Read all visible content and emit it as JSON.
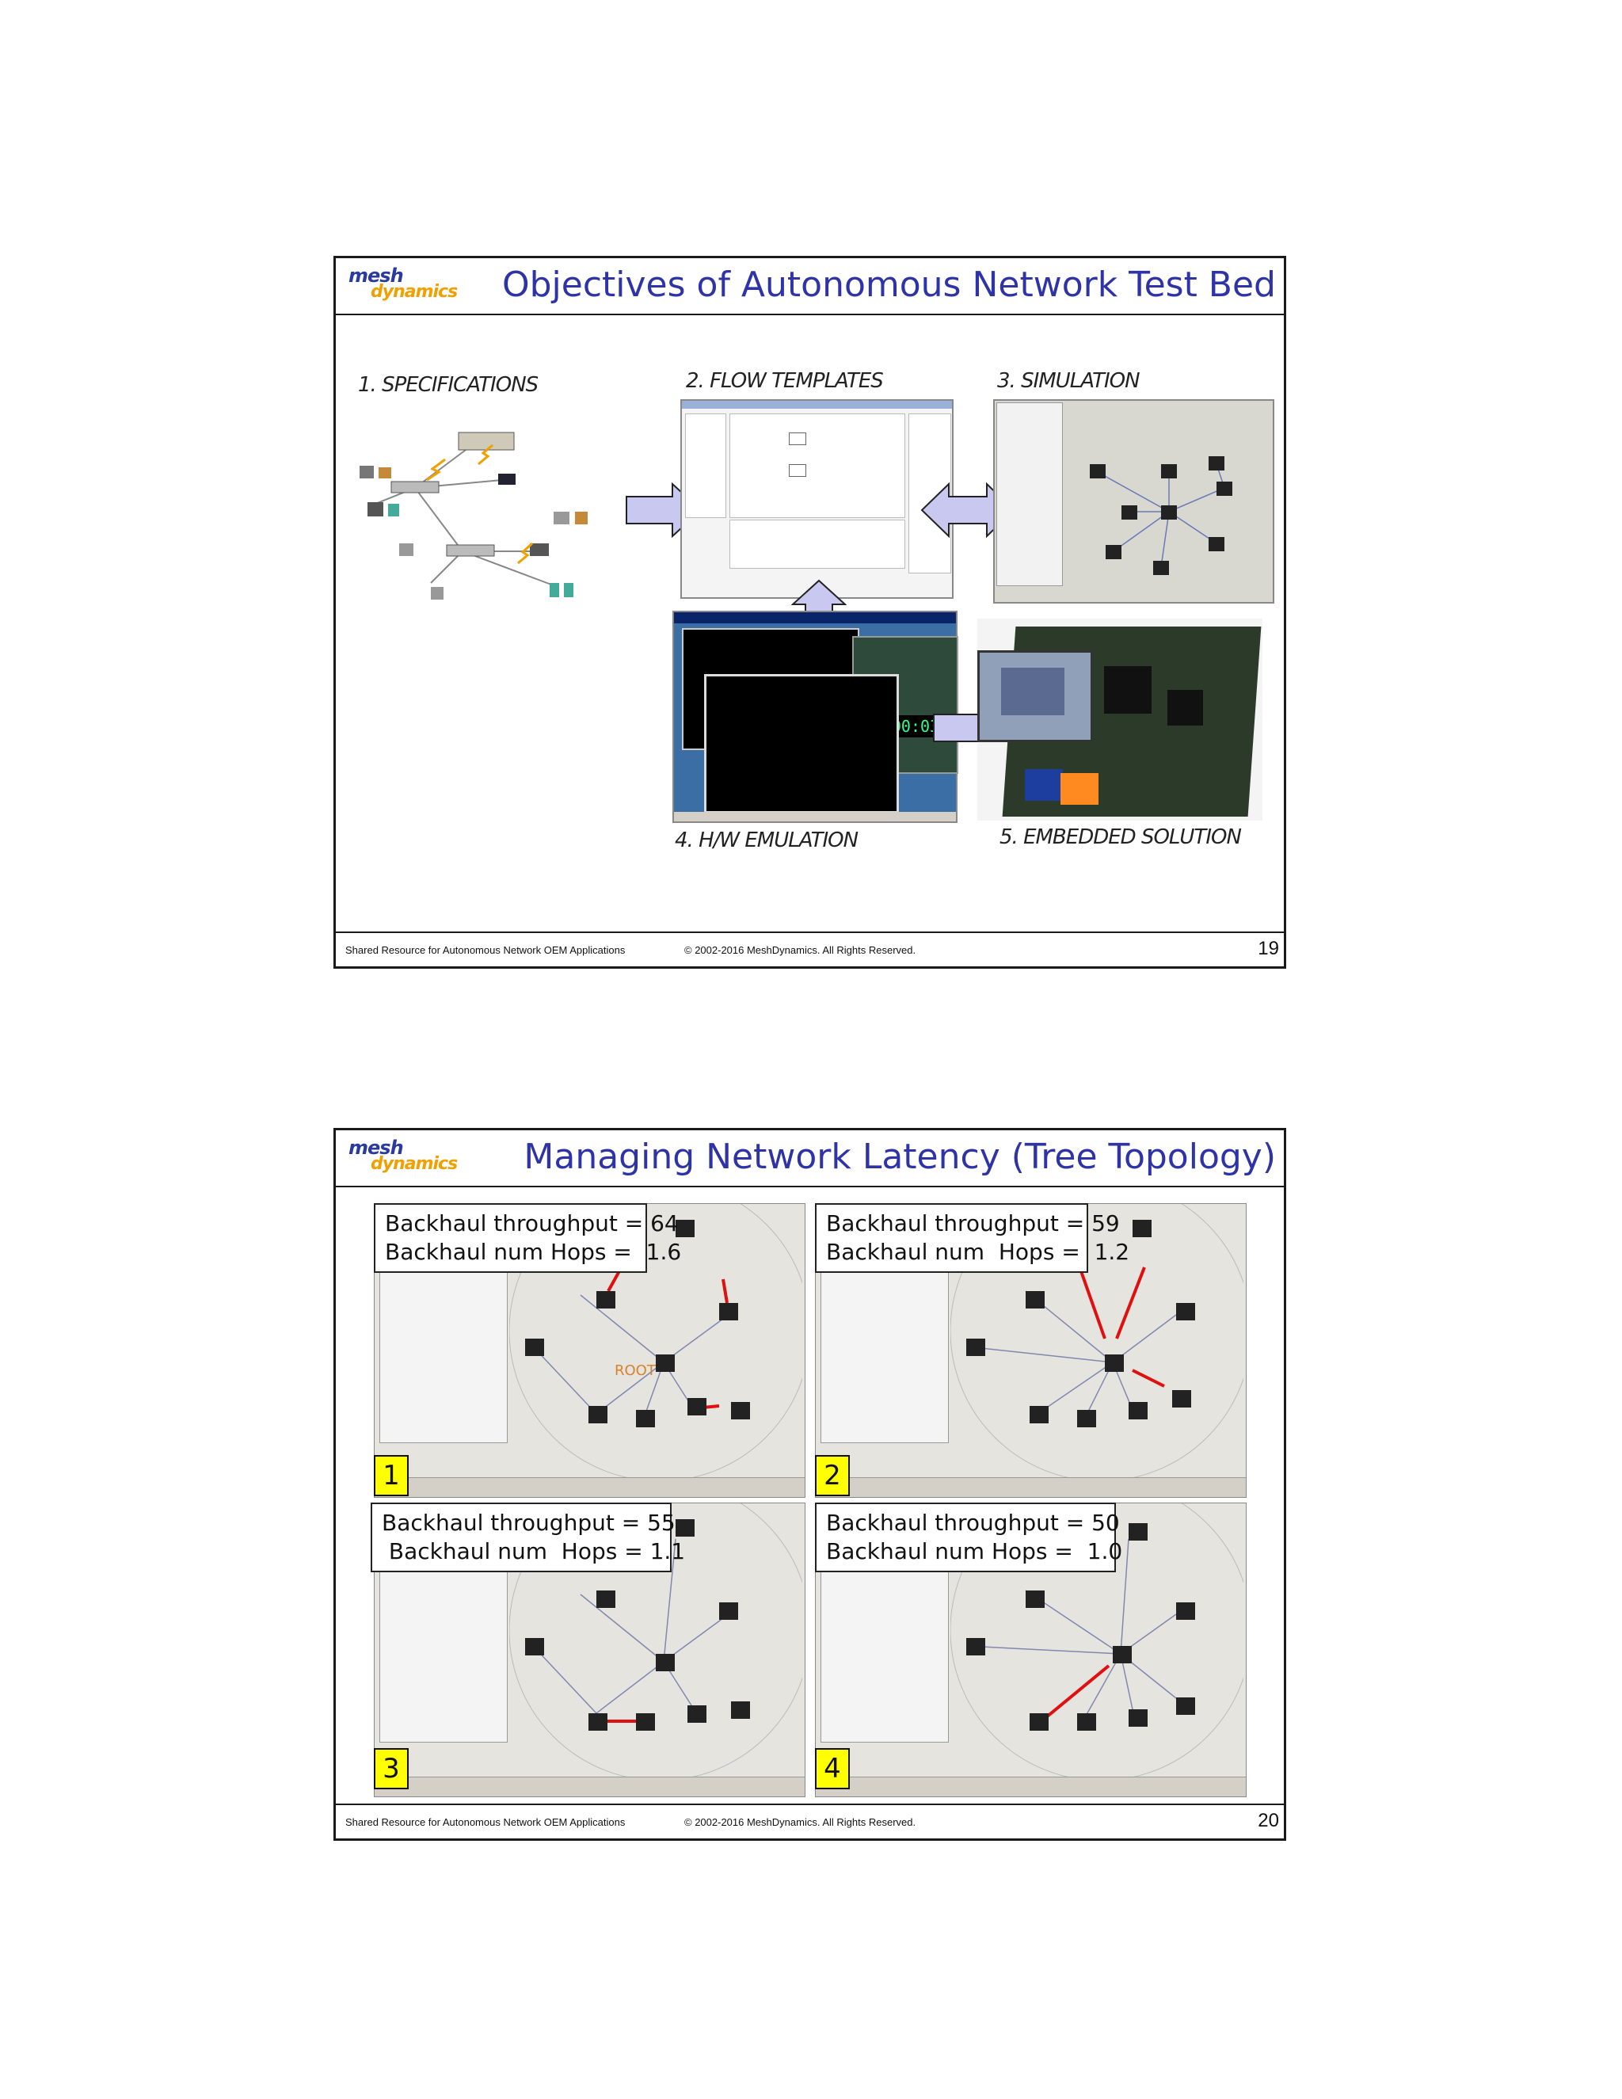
{
  "slides": [
    {
      "title": "Objectives of Autonomous Network Test Bed",
      "logo": {
        "line1": "mesh",
        "line2": "dynamics"
      },
      "steps": {
        "specifications": "1. SPECIFICATIONS",
        "flow_templates": "2. FLOW TEMPLATES",
        "simulation": "3. SIMULATION",
        "hw_emulation": "4. H/W EMULATION",
        "embedded_solution": "5.  EMBEDDED SOLUTION"
      },
      "footer": {
        "text": "Shared Resource for Autonomous Network OEM Applications",
        "copyright": "© 2002-2016 MeshDynamics. All Rights Reserved.",
        "page": "19"
      }
    },
    {
      "title": "Managing Network Latency (Tree Topology)",
      "logo": {
        "line1": "mesh",
        "line2": "dynamics"
      },
      "quadrants": [
        {
          "num": "1",
          "callout": "Backhaul throughput = 64\nBackhaul num Hops =  1.6",
          "root_label": "ROOT"
        },
        {
          "num": "2",
          "callout": "Backhaul throughput = 59\nBackhaul num  Hops =  1.2"
        },
        {
          "num": "3",
          "callout": "Backhaul throughput = 55\n Backhaul num  Hops = 1.1"
        },
        {
          "num": "4",
          "callout": "Backhaul throughput = 50\nBackhaul num Hops =  1.0"
        }
      ],
      "footer": {
        "text": "Shared Resource for Autonomous Network OEM Applications",
        "copyright": "© 2002-2016 MeshDynamics. All Rights Reserved.",
        "page": "20"
      }
    }
  ],
  "colors": {
    "title_blue": "#2e34a8",
    "link_red": "#e01010",
    "callout_yellow": "#ffff00",
    "arrow_fill": "#c8c8f0"
  }
}
